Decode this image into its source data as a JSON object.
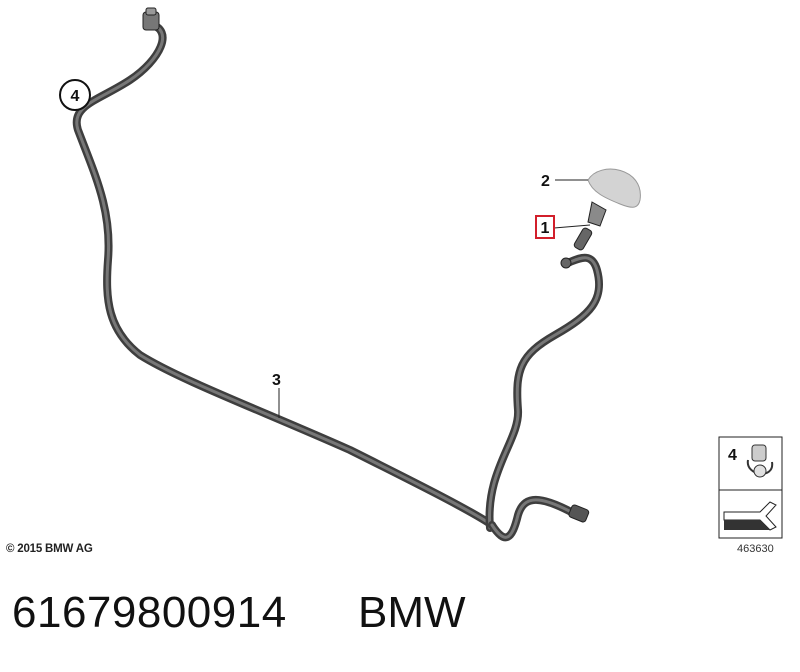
{
  "diagram": {
    "callouts": [
      {
        "id": "1",
        "label": "1",
        "highlighted": true
      },
      {
        "id": "2",
        "label": "2",
        "highlighted": false
      },
      {
        "id": "3",
        "label": "3",
        "highlighted": false
      },
      {
        "id": "4",
        "label": "4",
        "circled": true
      }
    ],
    "legend": {
      "label": "4"
    },
    "copyright": "© 2015 BMW AG",
    "reference_number": "463630"
  },
  "footer": {
    "part_number": "61679800914",
    "brand": "BMW"
  },
  "colors": {
    "hose": "#4a4a4a",
    "hose_highlight": "#7a7a7a",
    "highlight_box": "#d21f2b",
    "cap": "#cfcfcf"
  }
}
